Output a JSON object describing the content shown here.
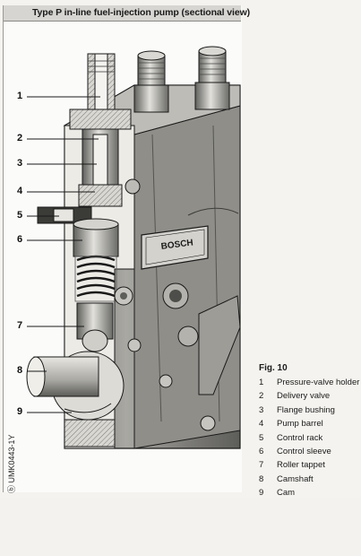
{
  "figure": {
    "title": "Type P in-line fuel-injection pump (sectional view)",
    "image_code": "UMK0443-1Y",
    "nameplate": "BOSCH",
    "callout_numbers": [
      "1",
      "2",
      "3",
      "4",
      "5",
      "6",
      "7",
      "8",
      "9"
    ]
  },
  "caption": {
    "label": "Fig. 10",
    "items": [
      {
        "num": "1",
        "text": "Pressure-valve holder"
      },
      {
        "num": "2",
        "text": "Delivery valve"
      },
      {
        "num": "3",
        "text": "Flange bushing"
      },
      {
        "num": "4",
        "text": "Pump barrel"
      },
      {
        "num": "5",
        "text": "Control rack"
      },
      {
        "num": "6",
        "text": "Control sleeve"
      },
      {
        "num": "7",
        "text": "Roller tappet"
      },
      {
        "num": "8",
        "text": "Camshaft"
      },
      {
        "num": "9",
        "text": "Cam"
      }
    ]
  },
  "colors": {
    "ink": "#1a1a1a",
    "paper": "#f4f3ef",
    "title_band": "#d6d5d1",
    "metal": "#8c8c88",
    "metal_light": "#c9c8c3",
    "section_cut": "#e9e8e3"
  }
}
